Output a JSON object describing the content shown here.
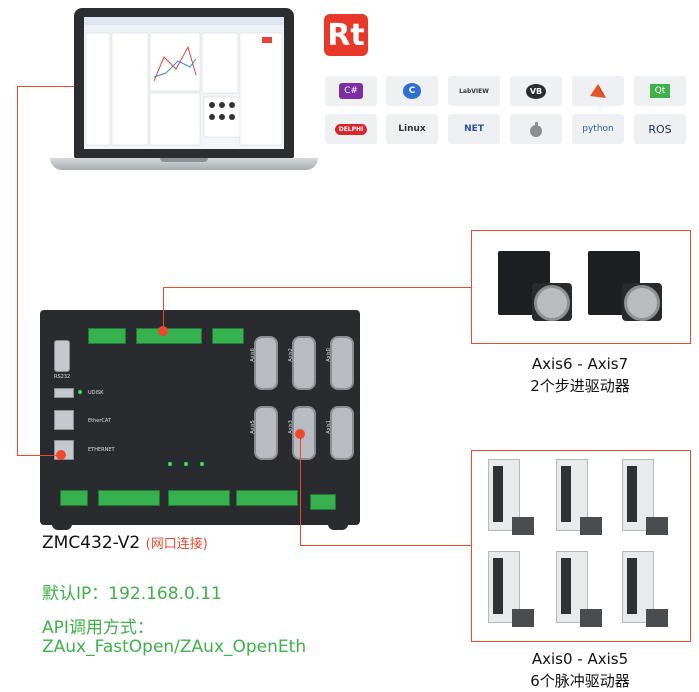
{
  "logo_rt": "Rt",
  "languages": [
    "C#",
    "C",
    "LabVIEW",
    "VB",
    "MATLAB",
    "Qt",
    "DELPHI",
    "Linux",
    "NET",
    "",
    "python",
    "ROS"
  ],
  "controller": {
    "model": "ZMC432-V2",
    "connection": "(网口连接)",
    "rs232": "RS232",
    "udisk": "UDISK",
    "ethercat": "EtherCAT",
    "ethernet": "ETHERNET",
    "axes_top": [
      "Axis6",
      "Axis2",
      "Axis0"
    ],
    "axes_bottom": [
      "Axis5",
      "Axis3",
      "Axis1"
    ]
  },
  "info": {
    "default_ip": "默认IP：192.168.0.11",
    "api_label": "API调用方式：",
    "api_funcs": "ZAux_FastOpen/ZAux_OpenEth"
  },
  "stepper_group": {
    "title": "Axis6 - Axis7",
    "subtitle": "2个步进驱动器"
  },
  "servo_group": {
    "title": "Axis0 - Axis5",
    "subtitle": "6个脉冲驱动器"
  },
  "colors": {
    "accent": "#f0482e",
    "green": "#3fb04a"
  }
}
